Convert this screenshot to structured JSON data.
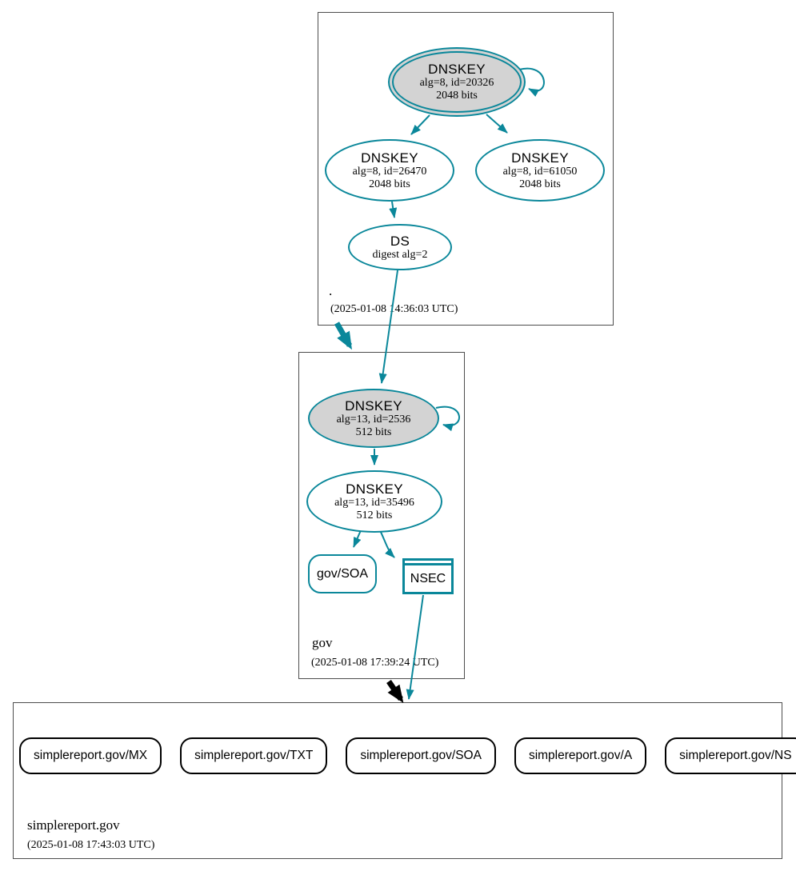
{
  "colors": {
    "teal": "#0a879a",
    "node_fill": "#d3d3d3",
    "cluster_border": "#4d4d4d",
    "rrset_border": "#000000"
  },
  "zones": {
    "root": {
      "name": ".",
      "timestamp": "(2025-01-08 14:36:03 UTC)",
      "nodes": {
        "ksk": {
          "title": "DNSKEY",
          "line1": "alg=8, id=20326",
          "line2": "2048 bits"
        },
        "zsk1": {
          "title": "DNSKEY",
          "line1": "alg=8, id=26470",
          "line2": "2048 bits"
        },
        "zsk2": {
          "title": "DNSKEY",
          "line1": "alg=8, id=61050",
          "line2": "2048 bits"
        },
        "ds": {
          "title": "DS",
          "line1": "digest alg=2"
        }
      }
    },
    "gov": {
      "name": "gov",
      "timestamp": "(2025-01-08 17:39:24 UTC)",
      "nodes": {
        "ksk": {
          "title": "DNSKEY",
          "line1": "alg=13, id=2536",
          "line2": "512 bits"
        },
        "zsk": {
          "title": "DNSKEY",
          "line1": "alg=13, id=35496",
          "line2": "512 bits"
        },
        "soa": {
          "label": "gov/SOA"
        },
        "nsec": {
          "label": "NSEC"
        }
      }
    },
    "simplereport": {
      "name": "simplereport.gov",
      "timestamp": "(2025-01-08 17:43:03 UTC)",
      "rrsets": [
        {
          "label": "simplereport.gov/MX"
        },
        {
          "label": "simplereport.gov/TXT"
        },
        {
          "label": "simplereport.gov/SOA"
        },
        {
          "label": "simplereport.gov/A"
        },
        {
          "label": "simplereport.gov/NS"
        }
      ]
    }
  }
}
